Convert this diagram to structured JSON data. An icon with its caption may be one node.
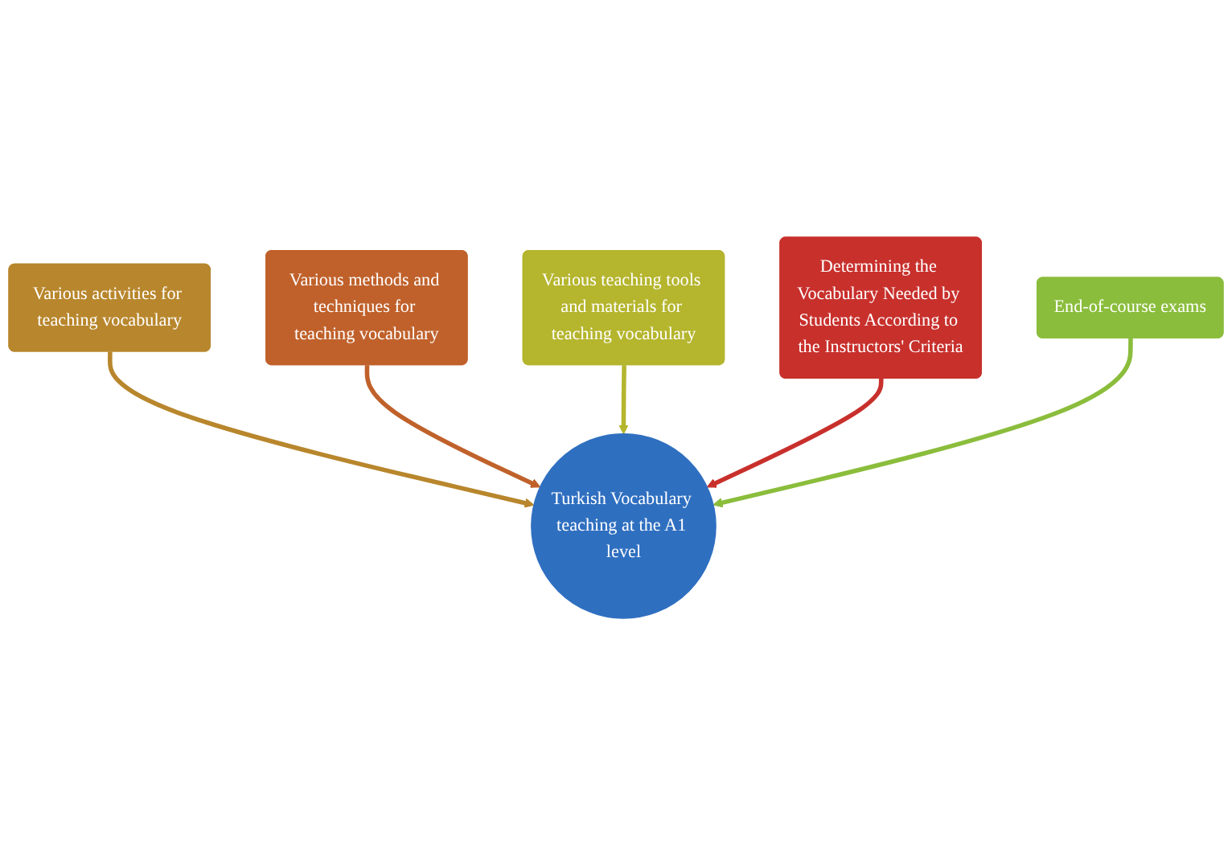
{
  "diagram": {
    "nodes": [
      {
        "text": [
          "Various activities for teaching vocabulary"
        ]
      },
      {
        "text": [
          "Various methods and techniques for teaching vocabulary"
        ]
      },
      {
        "text": [
          "Various teaching tools and materials for teaching vocabulary"
        ]
      },
      {
        "text": [
          "Determining the Vocabulary Needed by Students According to the Instructors' Criteria"
        ]
      },
      {
        "text": [
          "Turkish Vocabulary teaching at the A1 level"
        ]
      },
      {
        "text": [
          "End-of-course exams"
        ]
      }
    ],
    "edges": [
      {
        "from": 0,
        "to": 4,
        "arrow": "to",
        "color": "#b8862c"
      },
      {
        "from": 1,
        "to": 4,
        "arrow": "to",
        "color": "#c0612b"
      },
      {
        "from": 2,
        "to": 4,
        "arrow": "to",
        "color": "#b5b52e"
      },
      {
        "from": 3,
        "to": 4,
        "arrow": "to",
        "color": "#c8302c"
      },
      {
        "from": 5,
        "to": 4,
        "arrow": "to",
        "color": "#8bbd3c"
      }
    ]
  }
}
